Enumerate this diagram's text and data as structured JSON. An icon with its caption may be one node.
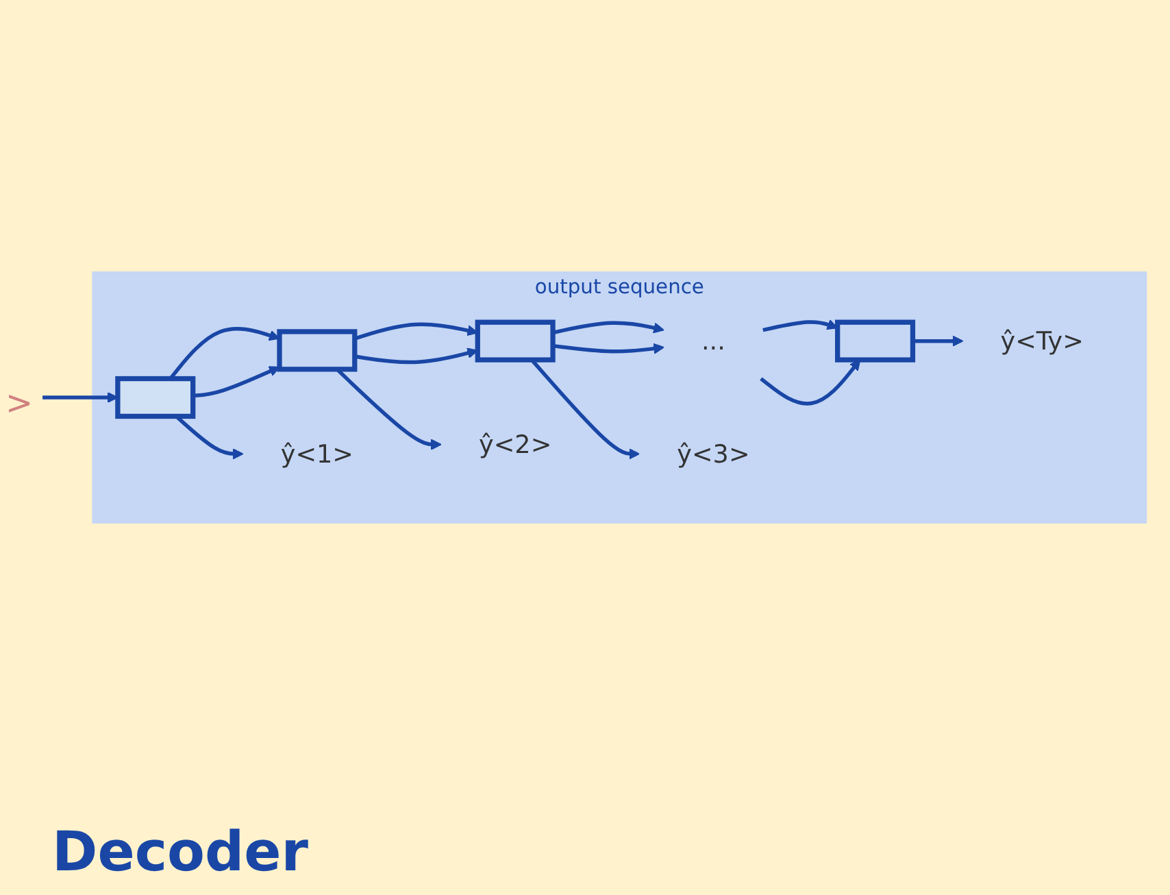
{
  "diagram": {
    "title": "Decoder",
    "nodes": [
      {
        "text": [
          "output sequence"
        ]
      },
      {
        "text": [],
        "shape": "box",
        "in": 0
      },
      {
        "text": [],
        "shape": "box",
        "in": 0
      },
      {
        "text": [],
        "shape": "box",
        "in": 0
      },
      {
        "text": [
          "..."
        ],
        "in": 0
      },
      {
        "text": [],
        "shape": "box",
        "in": 0
      },
      {
        "text": [
          "ŷ<1>"
        ],
        "in": 0
      },
      {
        "text": [
          "ŷ<2>"
        ],
        "in": 0
      },
      {
        "text": [
          "ŷ<3>"
        ],
        "in": 0
      },
      {
        "text": [
          "ŷ<Ty>"
        ],
        "in": 0
      }
    ],
    "edges": [
      {
        "from": null,
        "to": 1,
        "arrow": "to"
      },
      {
        "from": 1,
        "to": 2,
        "arrow": "to"
      },
      {
        "from": 2,
        "to": 3,
        "arrow": "to"
      },
      {
        "from": 3,
        "to": 4,
        "arrow": "to"
      },
      {
        "from": 4,
        "to": 5,
        "arrow": "to"
      },
      {
        "from": 1,
        "to": 6,
        "arrow": "to"
      },
      {
        "from": 2,
        "to": 7,
        "arrow": "to"
      },
      {
        "from": 3,
        "to": 8,
        "arrow": "to"
      },
      {
        "from": 5,
        "to": 9,
        "arrow": "to"
      },
      {
        "from": 1,
        "to": 2,
        "arrow": "to"
      },
      {
        "from": 2,
        "to": 3,
        "arrow": "to"
      },
      {
        "from": 3,
        "to": 4,
        "arrow": "to"
      },
      {
        "from": 4,
        "to": 5,
        "arrow": "to"
      }
    ],
    "labels": [
      ">"
    ]
  }
}
